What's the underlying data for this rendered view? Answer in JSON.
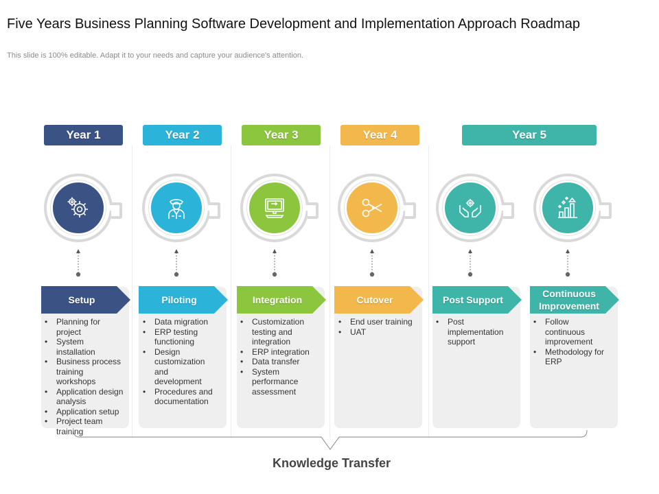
{
  "slide": {
    "title": "Five Years Business Planning Software Development and Implementation Approach Roadmap",
    "subtitle": "This slide is 100% editable. Adapt it to your needs and capture your audience's attention."
  },
  "colors": {
    "navy": "#3b5284",
    "sky": "#2cb3d9",
    "green": "#8cc63f",
    "orange": "#f2b84b",
    "teal": "#3fb5a9"
  },
  "years": [
    {
      "label": "Year 1",
      "color": "#3b5284"
    },
    {
      "label": "Year 2",
      "color": "#2cb3d9"
    },
    {
      "label": "Year 3",
      "color": "#8cc63f"
    },
    {
      "label": "Year 4",
      "color": "#f2b84b"
    },
    {
      "label": "Year 5",
      "color": "#3fb5a9"
    }
  ],
  "phases": [
    {
      "name": "Setup",
      "icon": "gears-icon",
      "color": "#3b5284",
      "items": [
        "Planning for project",
        "System installation",
        "Business process training workshops",
        "Application design analysis",
        "Application setup",
        "Project team training"
      ]
    },
    {
      "name": "Piloting",
      "icon": "pilot-icon",
      "color": "#2cb3d9",
      "items": [
        "Data migration",
        "ERP testing functioning",
        "Design customization and development",
        "Procedures and documentation"
      ]
    },
    {
      "name": "Integration",
      "icon": "computer-icon",
      "color": "#8cc63f",
      "items": [
        "Customization testing and integration",
        "ERP integration",
        "Data transfer",
        "System performance assessment"
      ]
    },
    {
      "name": "Cutover",
      "icon": "scissors-icon",
      "color": "#f2b84b",
      "items": [
        "End user training",
        "UAT"
      ]
    },
    {
      "name": "Post Support",
      "icon": "support-hands-icon",
      "color": "#3fb5a9",
      "items": [
        "Post implementation support"
      ]
    },
    {
      "name": "Continuous Improvement",
      "icon": "growth-chart-icon",
      "color": "#3fb5a9",
      "items": [
        "Follow continuous improvement",
        "Methodology for ERP"
      ]
    }
  ],
  "footer": {
    "label": "Knowledge Transfer"
  }
}
